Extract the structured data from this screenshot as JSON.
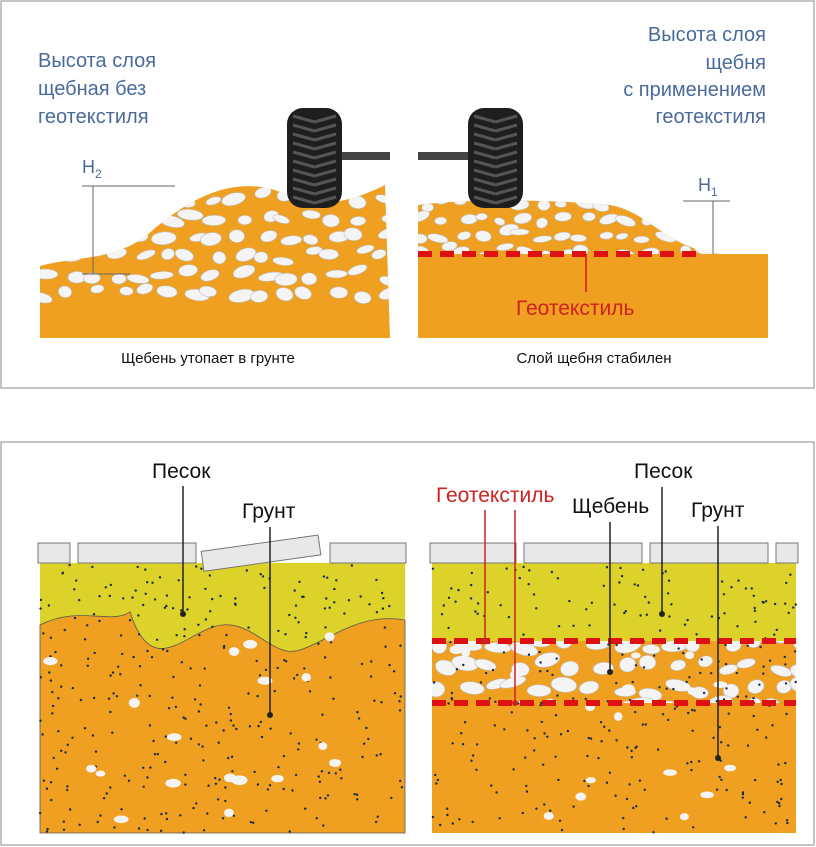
{
  "top": {
    "left_title": [
      "Высота слоя",
      "щебная без",
      "геотекстиля"
    ],
    "right_title": [
      "Высота слоя",
      "щебня",
      "с применением",
      "геотекстиля"
    ],
    "h2_main": "H",
    "h2_sub": "2",
    "h1_main": "H",
    "h1_sub": "1",
    "geotextile_label": "Геотекстиль",
    "left_caption": "Щебень утопает в грунте",
    "right_caption": "Слой щебня стабилен"
  },
  "bottom": {
    "left_sand": "Песок",
    "left_soil": "Грунт",
    "right_geotextile": "Геотекстиль",
    "right_gravel": "Щебень",
    "right_sand": "Песок",
    "right_soil": "Грунт"
  },
  "colors": {
    "soil": "#f0a020",
    "sand": "#dcd22a",
    "stone": "#f4f4f4",
    "geotextile": "#dd1111",
    "title_text": "#4a6a9c",
    "tile": "#e8e8e8"
  }
}
